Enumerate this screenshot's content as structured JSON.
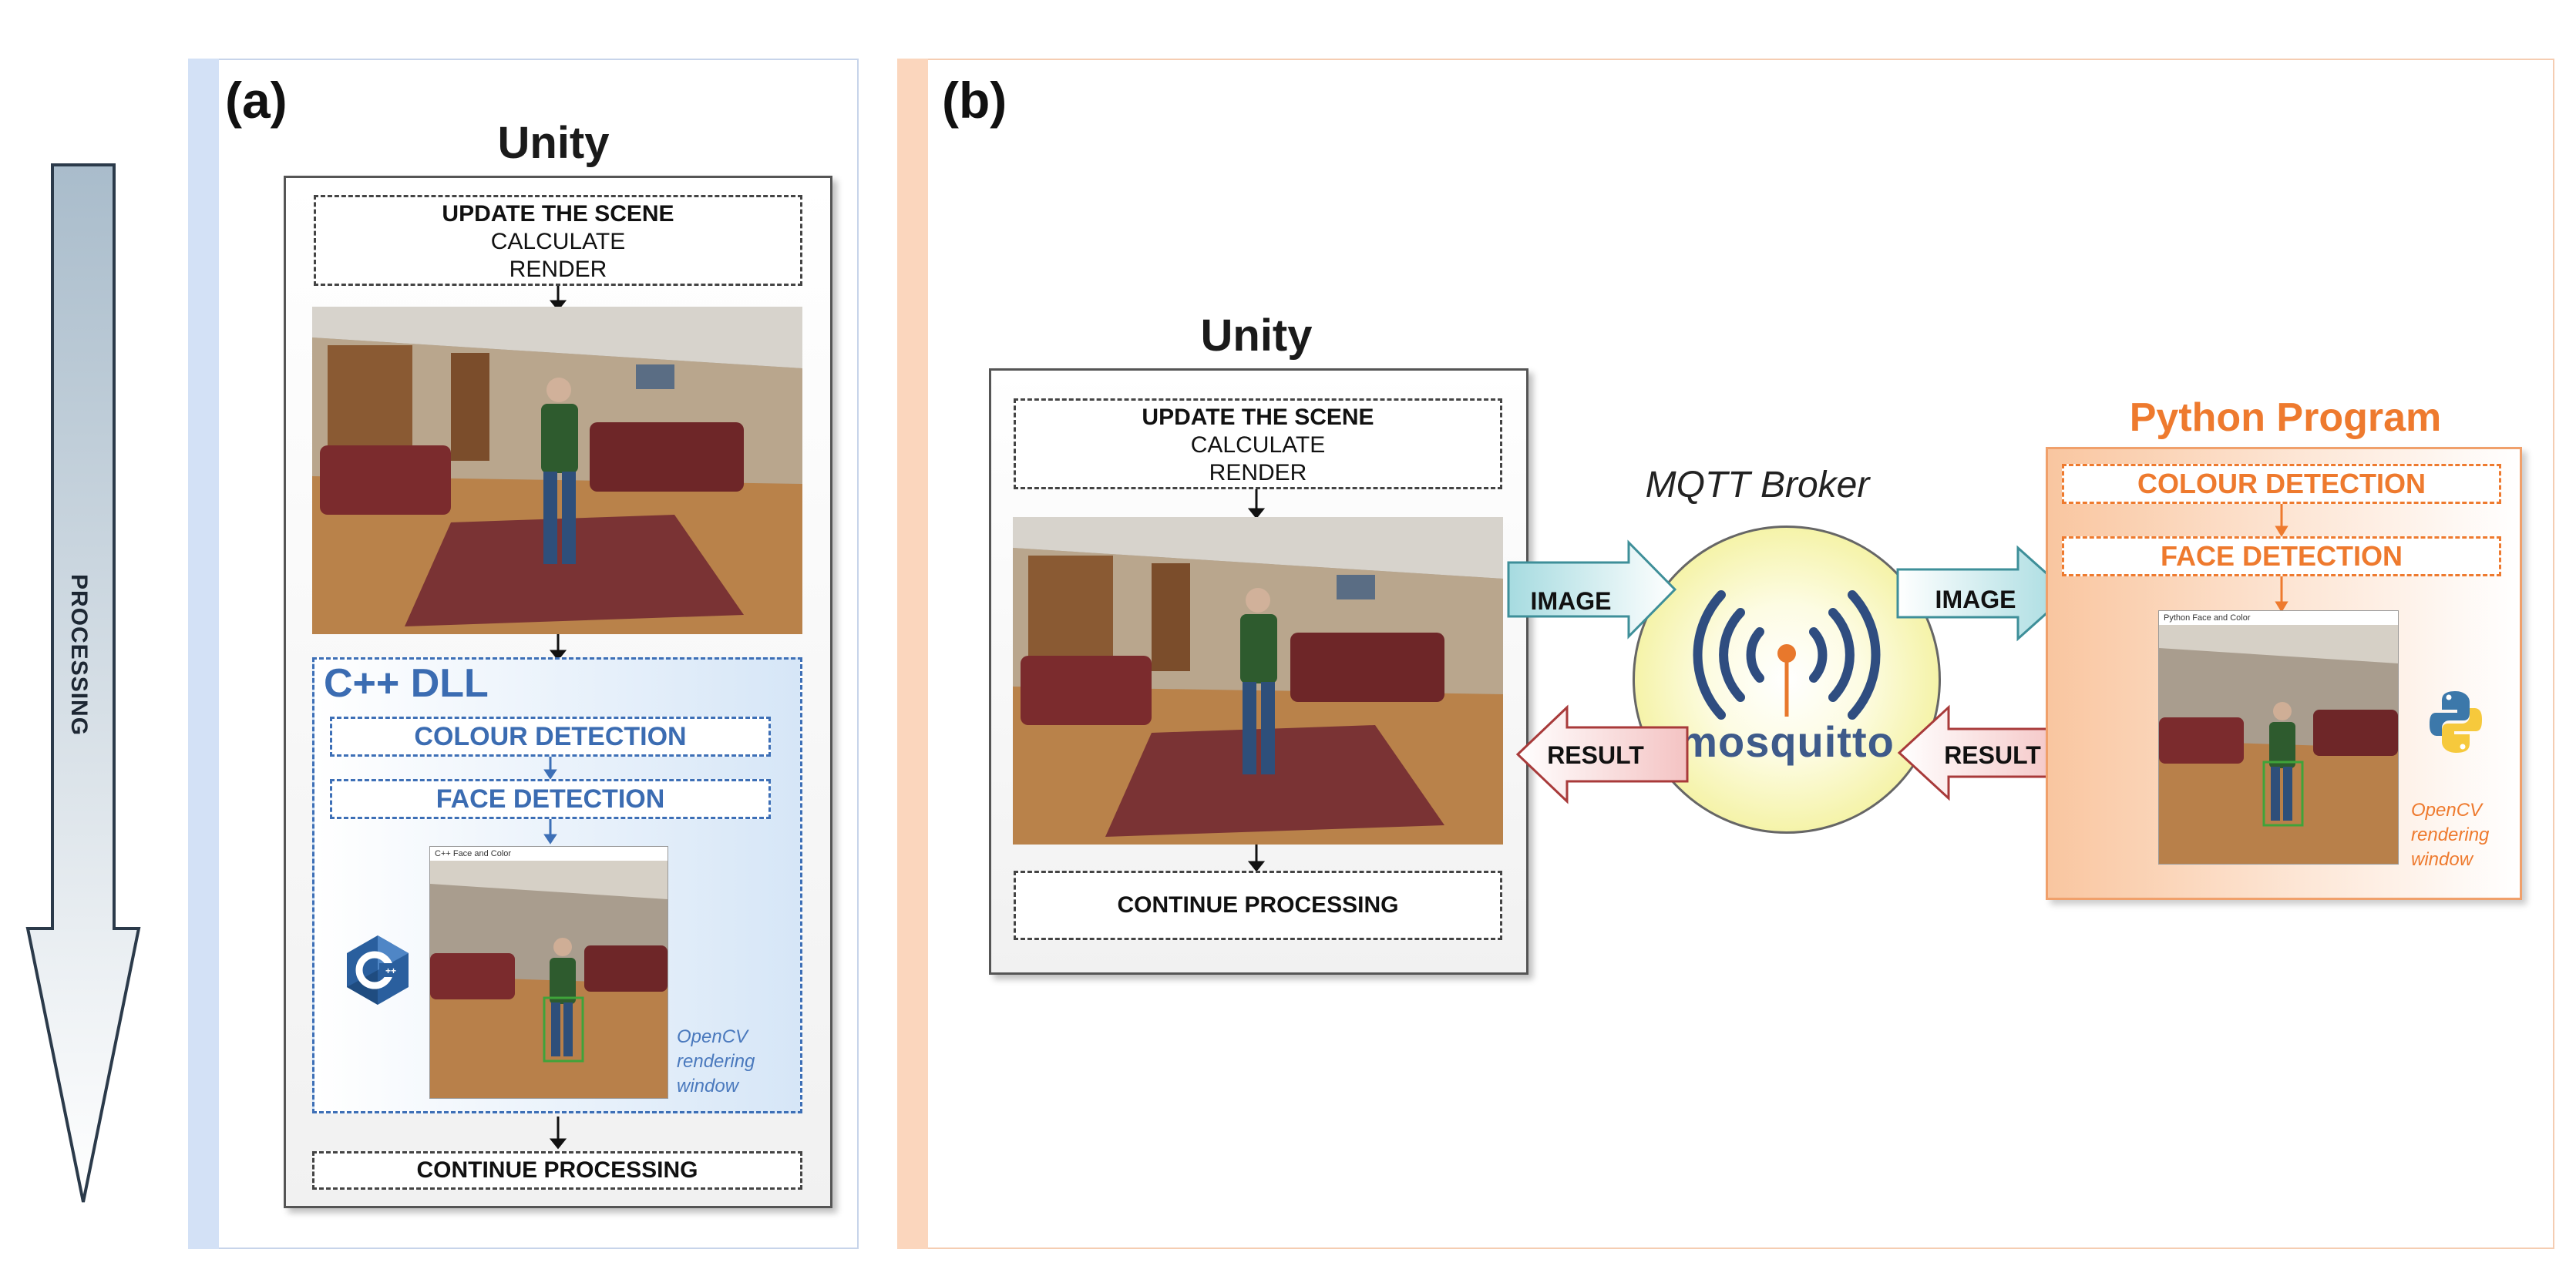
{
  "processing_arrow": {
    "label": "PROCESSING"
  },
  "panel_a": {
    "letter": "(a)",
    "unity": {
      "title": "Unity",
      "update_lines": [
        "UPDATE THE SCENE",
        "CALCULATE",
        "RENDER"
      ],
      "continue": "CONTINUE PROCESSING"
    },
    "dll": {
      "title": "C++ DLL",
      "steps": [
        "COLOUR DETECTION",
        "FACE DETECTION"
      ],
      "window_title": "C++ Face and Color",
      "opencv_label": [
        "OpenCV",
        "rendering",
        "window"
      ],
      "logo": "cpp-logo-icon"
    }
  },
  "panel_b": {
    "letter": "(b)",
    "unity": {
      "title": "Unity",
      "update_lines": [
        "UPDATE THE SCENE",
        "CALCULATE",
        "RENDER"
      ],
      "continue": "CONTINUE PROCESSING"
    },
    "broker": {
      "title": "MQTT Broker",
      "logo_text": "mosquitto",
      "logo": "mosquitto-logo-icon"
    },
    "arrows": {
      "image_left": "IMAGE",
      "result_left": "RESULT",
      "image_right": "IMAGE",
      "result_right": "RESULT"
    },
    "python": {
      "title": "Python Program",
      "steps": [
        "COLOUR DETECTION",
        "FACE DETECTION"
      ],
      "window_title": "Python Face and Color",
      "opencv_label": [
        "OpenCV",
        "rendering",
        "window"
      ],
      "logo": "python-logo-icon"
    }
  },
  "colors": {
    "blue_accent": "#3b6cb2",
    "orange_accent": "#ee7a2e",
    "panel_a_strip": "#d3e1f6",
    "panel_b_strip": "#fbd6bd"
  }
}
